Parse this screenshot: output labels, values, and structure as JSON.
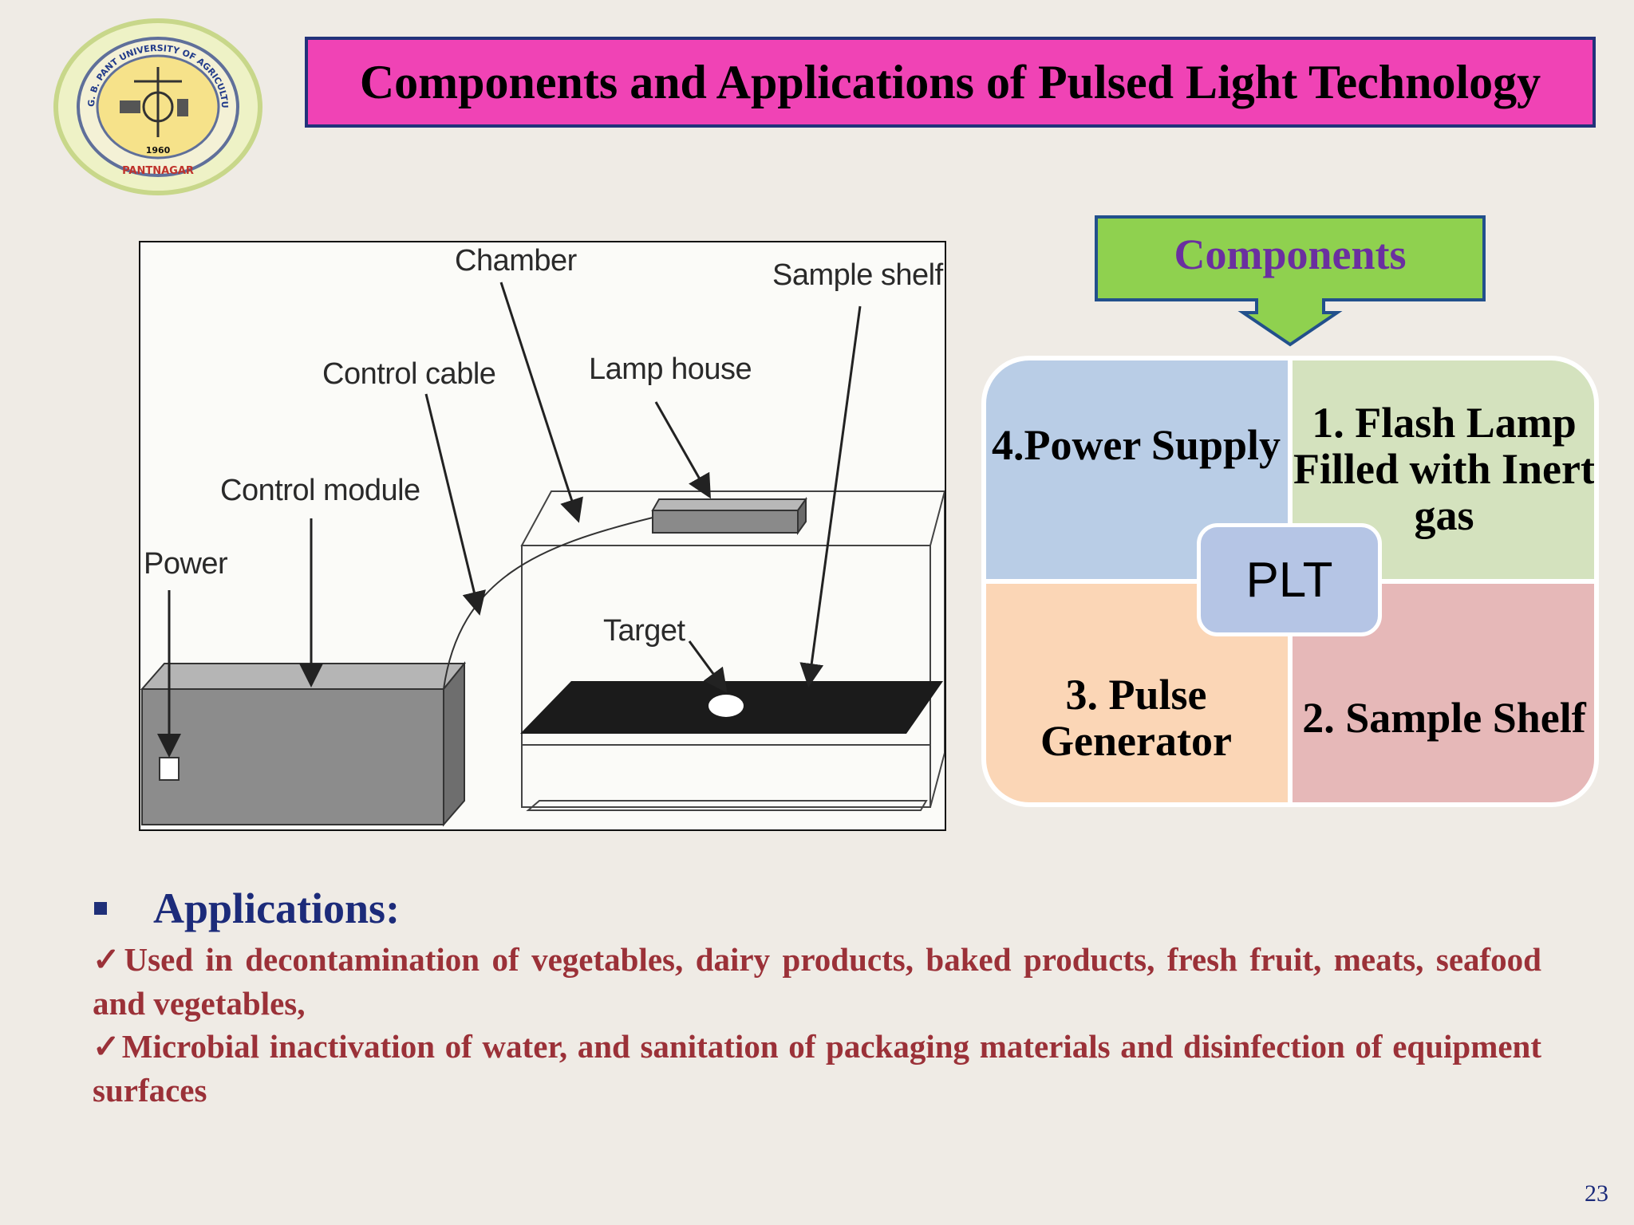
{
  "slide": {
    "title": "Components and Applications of Pulsed Light Technology",
    "page_number": "23"
  },
  "logo": {
    "ring_text": "G. B. PANT UNIVERSITY OF AGRICULTURE & TECHNOLOGY",
    "year": "1960",
    "place": "PANTNAGAR"
  },
  "figure": {
    "labels": {
      "chamber": "Chamber",
      "sample_shelf": "Sample shelf",
      "control_cable": "Control cable",
      "lamp_house": "Lamp house",
      "control_module": "Control module",
      "power": "Power",
      "target": "Target"
    }
  },
  "components": {
    "banner": "Components",
    "center": "PLT",
    "items": {
      "q1": "4.Power Supply",
      "q2": "1. Flash Lamp Filled with Inert gas",
      "q3": "3. Pulse Generator",
      "q4": "2. Sample Shelf"
    }
  },
  "applications": {
    "heading": "Applications:",
    "items": [
      "✓Used in decontamination of vegetables, dairy products, baked products, fresh fruit, meats, seafood and vegetables,",
      "✓Microbial inactivation of water, and sanitation of packaging materials and disinfection of equipment surfaces"
    ]
  },
  "colors": {
    "title_bg": "#f043b5",
    "title_border": "#22327a",
    "banner_green": "#8fd14f",
    "banner_text": "#6a2fa0",
    "app_text": "#9b3138",
    "heading_text": "#1c2b7a"
  }
}
